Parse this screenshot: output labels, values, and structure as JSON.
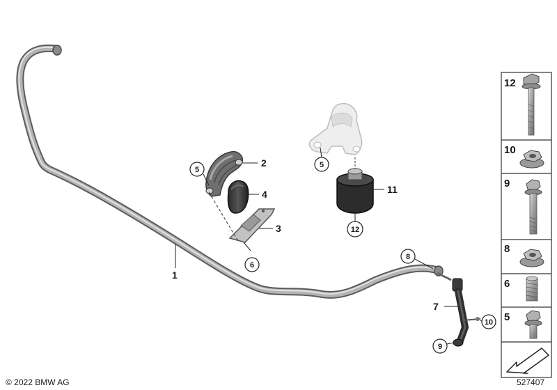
{
  "diagram": {
    "callouts": {
      "c1": "1",
      "c2": "2",
      "c3": "3",
      "c4": "4",
      "c5a": "5",
      "c5b": "5",
      "c6": "6",
      "c7": "7",
      "c8": "8",
      "c9": "9",
      "c10": "10",
      "c11": "11",
      "c12": "12"
    },
    "panel": [
      {
        "label": "12",
        "part": "hex-flange-bolt"
      },
      {
        "label": "10",
        "part": "hex-flange-nut"
      },
      {
        "label": "9",
        "part": "hex-bolt"
      },
      {
        "label": "8",
        "part": "hex-flange-nut"
      },
      {
        "label": "6",
        "part": "threaded-insert"
      },
      {
        "label": "5",
        "part": "short-hex-bolt"
      }
    ],
    "copyright": "© 2022 BMW AG",
    "diagram_number": "527407"
  }
}
